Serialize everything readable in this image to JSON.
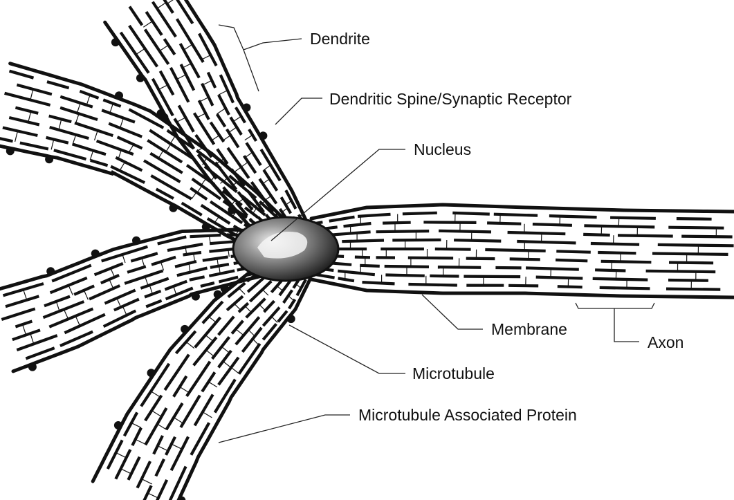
{
  "labels": {
    "dendrite": "Dendrite",
    "spine": "Dendritic Spine/Synaptic Receptor",
    "nucleus": "Nucleus",
    "membrane": "Membrane",
    "axon": "Axon",
    "microtubule": "Microtubule",
    "map": "Microtubule Associated Protein"
  },
  "colors": {
    "ink": "#111111",
    "background": "#ffffff",
    "nucleus_dark": "#1a1a1a",
    "nucleus_light": "#e6e6e6"
  }
}
